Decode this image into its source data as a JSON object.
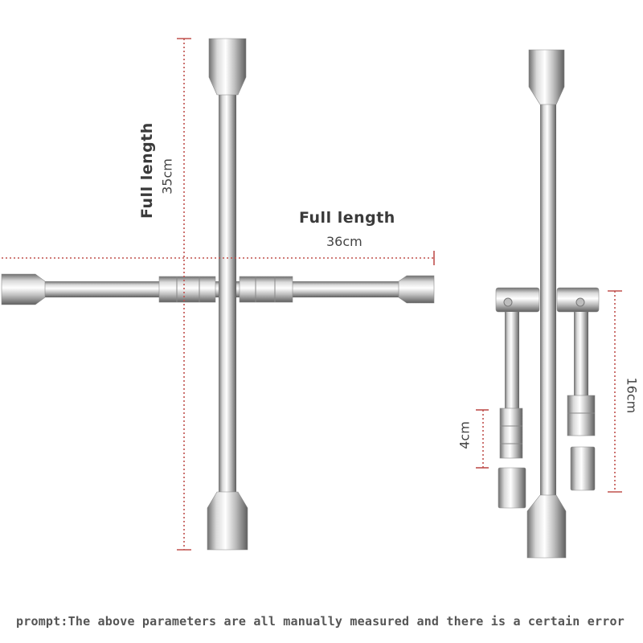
{
  "labels": {
    "vertical_full_length": "Full length",
    "vertical_measure": "35cm",
    "horizontal_full_length": "Full length",
    "horizontal_measure": "36cm",
    "fold_length": "16cm",
    "socket_length": "4cm"
  },
  "footnote": "prompt:The above parameters are all manually measured and there is a certain error",
  "colors": {
    "measure_line": "#c0504d",
    "steel_light": "#f4f4f4",
    "steel_dark": "#6e6e6e"
  }
}
